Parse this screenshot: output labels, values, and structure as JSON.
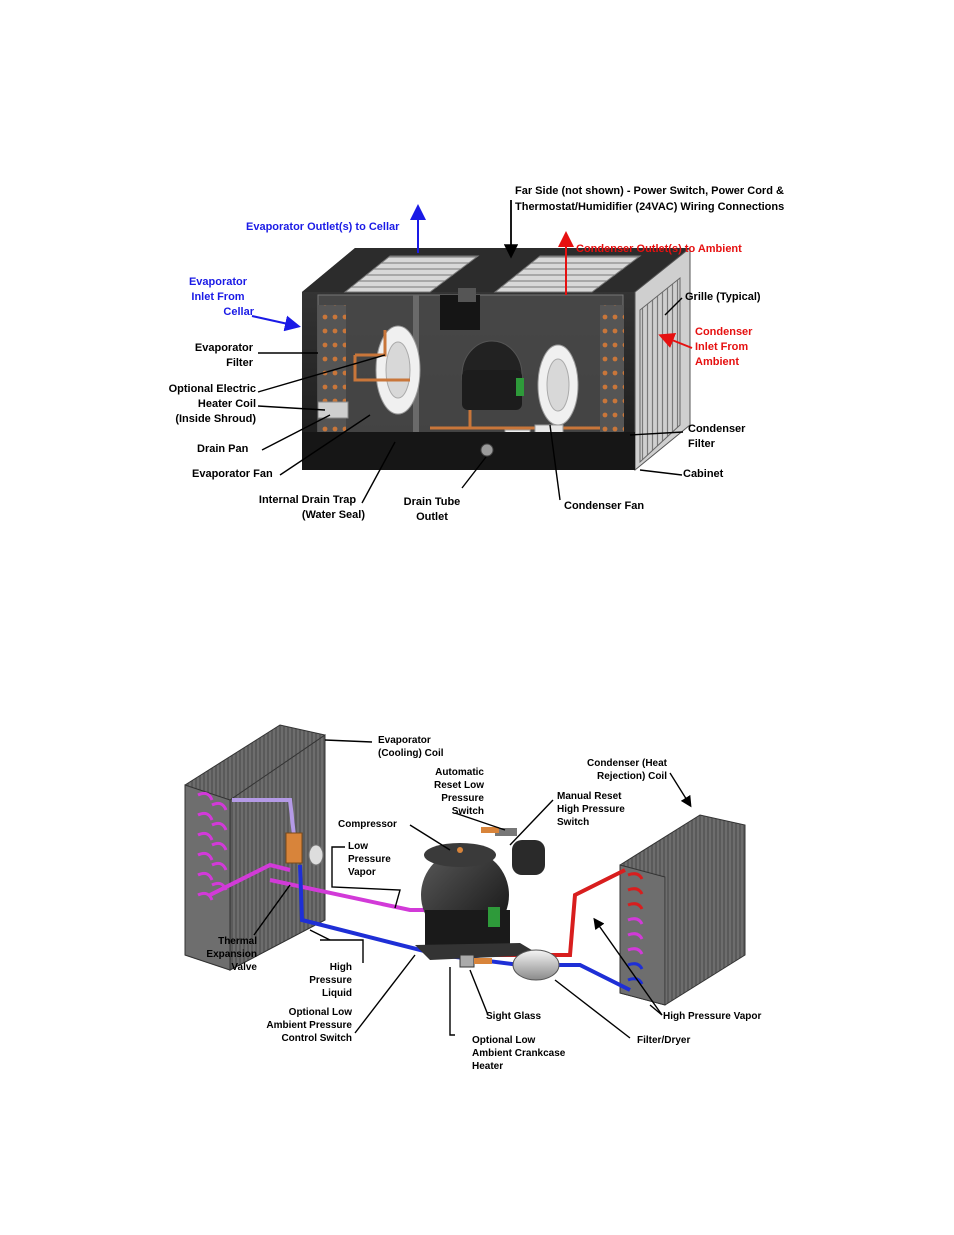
{
  "colors": {
    "evaporator": "#1a1ae6",
    "condenser": "#e61010",
    "pipe_blue": "#1e2fd6",
    "pipe_red": "#d81e1e",
    "pipe_pink": "#d23ad8"
  },
  "diagram1": {
    "labels": {
      "evap_outlet": "Evaporator Outlet(s) to Cellar",
      "far_side_1": "Far Side (not shown) - Power Switch, Power Cord &",
      "far_side_2": "Thermostat/Humidifier (24VAC) Wiring Connections",
      "cond_outlet": "Condenser Outlet(s) to Ambient",
      "evap_inlet_1": "Evaporator",
      "evap_inlet_2": "Inlet From",
      "evap_inlet_3": "Cellar",
      "grille": "Grille (Typical)",
      "cond_inlet_1": "Condenser",
      "cond_inlet_2": "Inlet From",
      "cond_inlet_3": "Ambient",
      "evap_filter_1": "Evaporator",
      "evap_filter_2": "Filter",
      "heater_1": "Optional Electric",
      "heater_2": "Heater Coil",
      "heater_3": "(Inside Shroud)",
      "drain_pan": "Drain Pan",
      "evap_fan": "Evaporator Fan",
      "drain_trap_1": "Internal Drain Trap",
      "drain_trap_2": "(Water Seal)",
      "drain_tube_1": "Drain Tube",
      "drain_tube_2": "Outlet",
      "cond_fan": "Condenser Fan",
      "cond_filter_1": "Condenser",
      "cond_filter_2": "Filter",
      "cabinet": "Cabinet"
    }
  },
  "diagram2": {
    "labels": {
      "evap_coil_1": "Evaporator",
      "evap_coil_2": "(Cooling) Coil",
      "auto_reset_1": "Automatic",
      "auto_reset_2": "Reset Low",
      "auto_reset_3": "Pressure",
      "auto_reset_4": "Switch",
      "cond_coil_1": "Condenser (Heat",
      "cond_coil_2": "Rejection) Coil",
      "manual_reset_1": "Manual Reset",
      "manual_reset_2": "High Pressure",
      "manual_reset_3": "Switch",
      "compressor": "Compressor",
      "lpv_1": "Low",
      "lpv_2": "Pressure",
      "lpv_3": "Vapor",
      "txv_1": "Thermal",
      "txv_2": "Expansion",
      "txv_3": "Valve",
      "hpl_1": "High",
      "hpl_2": "Pressure",
      "hpl_3": "Liquid",
      "hpv": "High Pressure Vapor",
      "lapcs_1": "Optional Low",
      "lapcs_2": "Ambient Pressure",
      "lapcs_3": "Control Switch",
      "sight_glass": "Sight Glass",
      "filter_dryer": "Filter/Dryer",
      "crankcase_1": "Optional Low",
      "crankcase_2": "Ambient Crankcase",
      "crankcase_3": "Heater"
    }
  }
}
